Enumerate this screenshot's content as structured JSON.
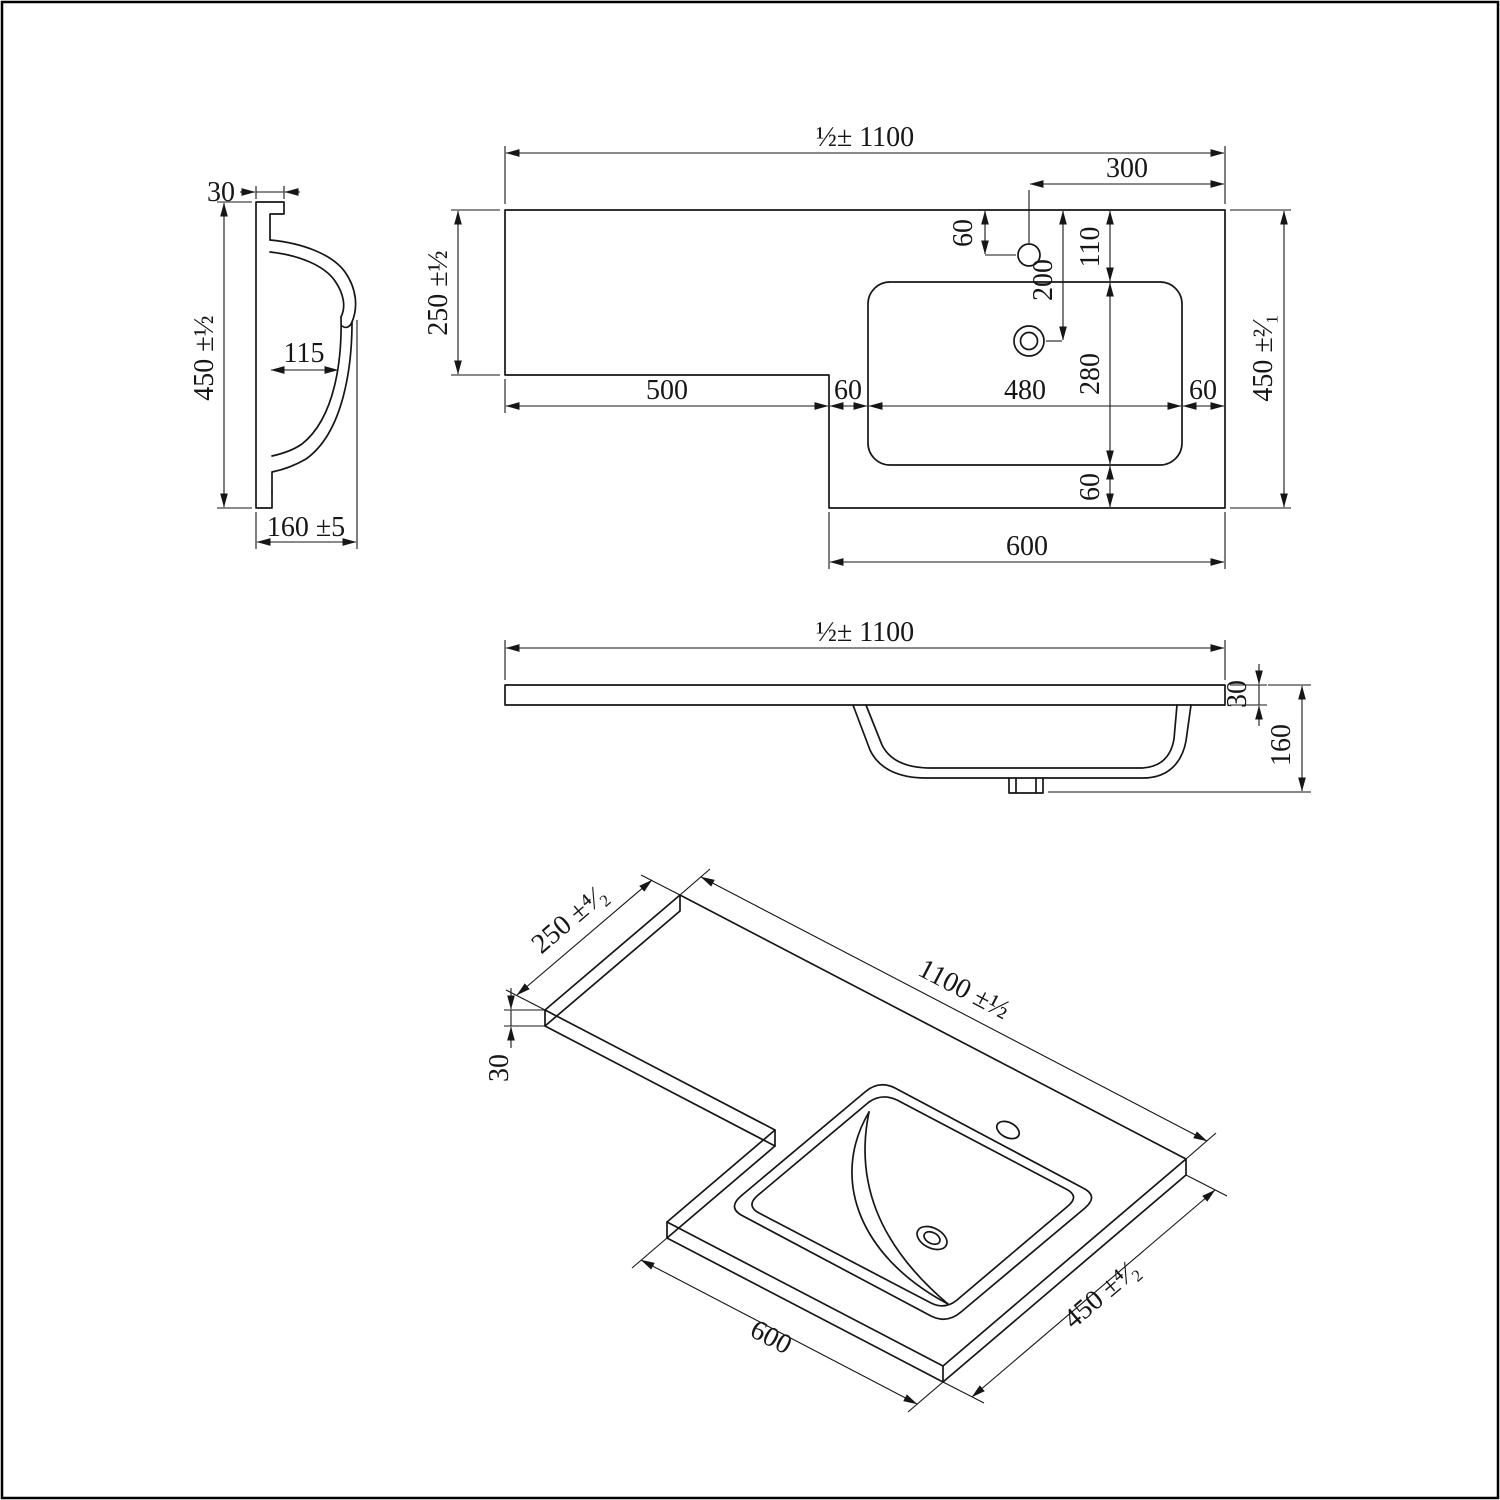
{
  "style": {
    "line_color": "#161616",
    "background": "#ffffff"
  },
  "side_view": {
    "top_thickness": "30",
    "height": "450 ±½",
    "bowl_inner_depth": "115",
    "overall_depth": "160 ±5"
  },
  "plan_view": {
    "overall_length": "½± 1100",
    "tap_from_right": "300",
    "tap_from_back": "60",
    "worktop_depth": "250 ±½",
    "basin_offset_back": "110",
    "waste_from_back": "200",
    "left_length": "500",
    "gap_left": "60",
    "basin_length": "480",
    "gap_right": "60",
    "basin_depth": "280",
    "gap_front": "60",
    "overall_depth": "450 ±²⁄₁",
    "basin_unit_length": "600"
  },
  "front_view": {
    "overall_length": "½± 1100",
    "top_thickness": "30",
    "bowl_height": "160"
  },
  "iso_view": {
    "worktop_depth": "250 ±⁴⁄₂",
    "overall_length": "1100 ±½",
    "top_thickness": "30",
    "basin_unit_length": "600",
    "overall_depth": "450 ±⁴⁄₂"
  }
}
